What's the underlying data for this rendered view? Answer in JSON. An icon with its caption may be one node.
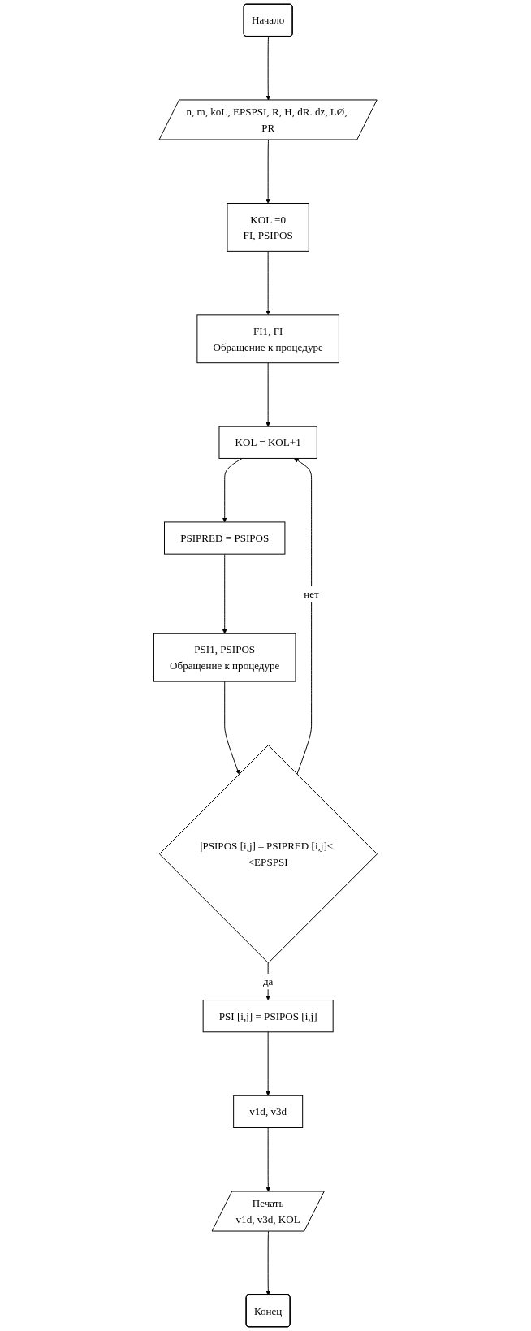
{
  "diagram": {
    "nodes": [
      {
        "text": [
          "Начало"
        ]
      },
      {
        "text": [
          "n, m, koL, EPSPSI, R, H, dR. dz, LØ, PR"
        ]
      },
      {
        "text": [
          "KOL =0",
          "FI, PSIPOS"
        ]
      },
      {
        "text": [
          "FI1, FI",
          "Обращение к процедуре"
        ]
      },
      {
        "text": [
          "KOL = KOL+1"
        ]
      },
      {
        "text": [
          "PSIPRED = PSIPOS"
        ]
      },
      {
        "text": [
          "PSI1, PSIPOS",
          "Обращение к процедуре"
        ]
      },
      {
        "text": [
          "|PSIPOS [i,j] – PSIPRED [i,j]< <EPSPSI"
        ]
      },
      {
        "text": [
          "PSI [i,j] = PSIPOS [i,j]"
        ]
      },
      {
        "text": [
          "v1d, v3d"
        ]
      },
      {
        "text": [
          "Печать",
          "v1d, v3d, KOL"
        ]
      },
      {
        "text": [
          "Конец"
        ]
      }
    ],
    "edges": [
      {
        "from": 0,
        "to": 1,
        "arrow": "to"
      },
      {
        "from": 1,
        "to": 2,
        "arrow": "to"
      },
      {
        "from": 2,
        "to": 3,
        "arrow": "to"
      },
      {
        "from": 3,
        "to": 4,
        "arrow": "to"
      },
      {
        "from": 4,
        "to": 5,
        "arrow": "to"
      },
      {
        "from": 5,
        "to": 6,
        "arrow": "to"
      },
      {
        "from": 6,
        "to": 7,
        "arrow": "to"
      },
      {
        "from": 7,
        "to": 4,
        "label": "нет",
        "arrow": "to"
      },
      {
        "from": 7,
        "to": 8,
        "label": "да",
        "arrow": "to"
      },
      {
        "from": 8,
        "to": 9,
        "arrow": "to"
      },
      {
        "from": 9,
        "to": 10,
        "arrow": "to"
      },
      {
        "from": 10,
        "to": 11,
        "arrow": "to"
      }
    ]
  }
}
